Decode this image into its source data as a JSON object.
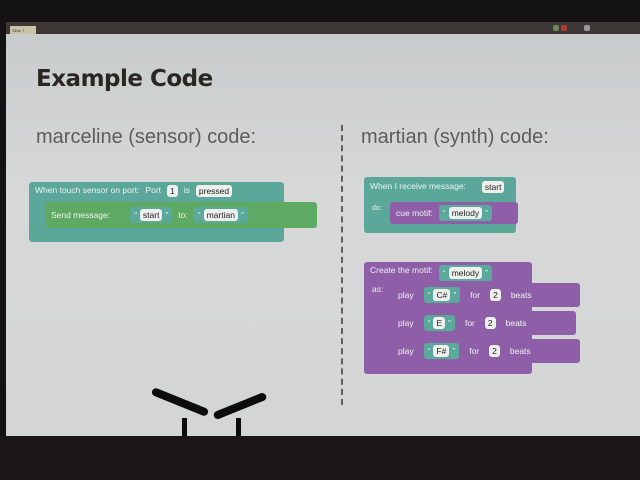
{
  "window": {
    "tab_label": "Slide 7"
  },
  "slide": {
    "title": "Example Code",
    "left_heading": "marceline (sensor) code:",
    "right_heading": "martian (synth) code:",
    "sensor_block": {
      "event_label": "When touch sensor on port:",
      "port_label": "Port",
      "port_value": "1",
      "is_label": "is",
      "state_value": "pressed",
      "send_label": "Send message:",
      "message": "start",
      "to_label": "to:",
      "target": "martian"
    },
    "receive_block": {
      "event_label": "When I receive message:",
      "message": "start",
      "do_label": "do:",
      "cue_label": "cue motif:",
      "motif": "melody"
    },
    "motif_block": {
      "create_label": "Create the motif:",
      "motif": "melody",
      "as_label": "as:",
      "notes": [
        {
          "play": "play",
          "note": "C#",
          "for": "for",
          "beats": "2",
          "beats_label": "beats"
        },
        {
          "play": "play",
          "note": "E",
          "for": "for",
          "beats": "2",
          "beats_label": "beats"
        },
        {
          "play": "play",
          "note": "F#",
          "for": "for",
          "beats": "2",
          "beats_label": "beats"
        }
      ]
    },
    "open_quote": "“",
    "close_quote": "”"
  }
}
